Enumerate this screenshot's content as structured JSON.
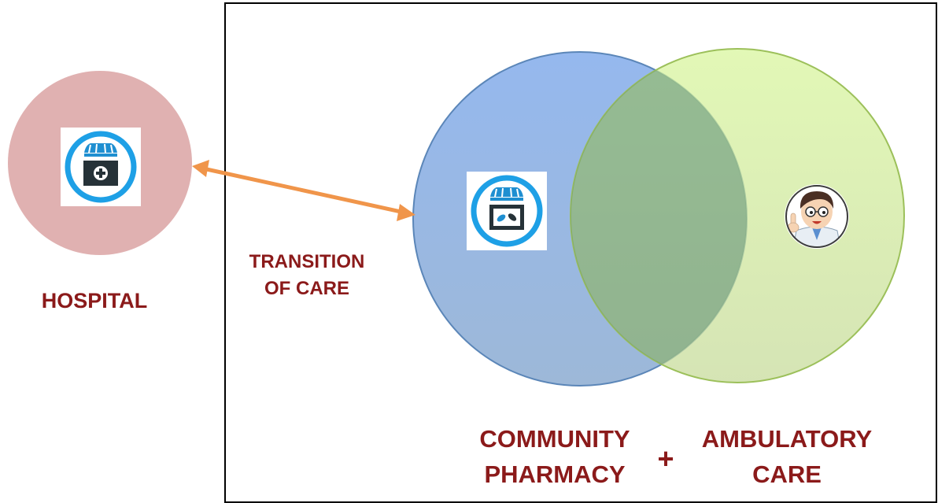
{
  "diagram": {
    "hospital": {
      "label": "HOSPITAL",
      "circle_color": "#e0b1b1",
      "icon": "hospital-store-icon"
    },
    "transition": {
      "line1": "TRANSITION",
      "line2": "OF CARE",
      "arrow_color": "#f0954a",
      "arrow": "double-headed-arrow"
    },
    "community_pharmacy": {
      "line1": "COMMUNITY",
      "line2": "PHARMACY",
      "circle_color": "#8fb1e3",
      "icon": "pharmacy-store-icon"
    },
    "ambulatory_care": {
      "line1": "AMBULATORY",
      "line2": "CARE",
      "circle_color": "#cfe89a",
      "icon": "doctor-avatar-icon"
    },
    "plus_sign": "+",
    "label_color": "#8b1a1a"
  }
}
